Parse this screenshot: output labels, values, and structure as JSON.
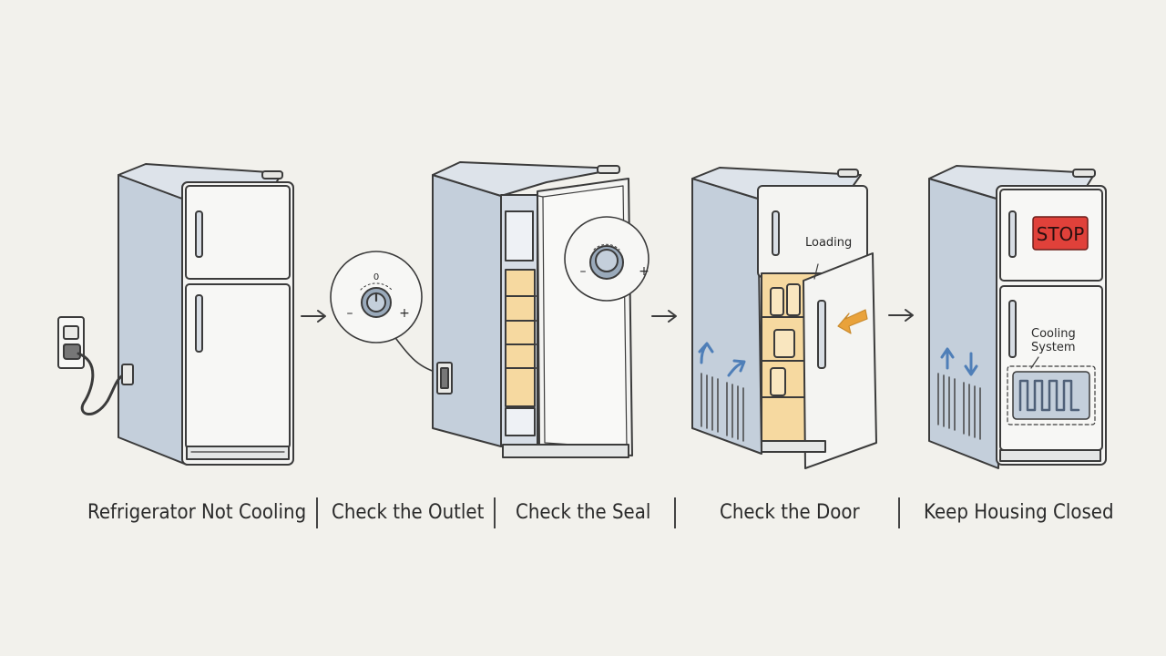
{
  "steps": [
    {
      "caption": "Refrigerator Not Cooling"
    },
    {
      "caption": "Check the Outlet"
    },
    {
      "caption": "Check the Seal"
    },
    {
      "caption": "Check the Door",
      "label": "Loading"
    },
    {
      "caption": "Keep Housing Closed",
      "stop_label": "STOP",
      "label": "Cooling System"
    }
  ],
  "dial": {
    "top_mark": "0",
    "minus": "–",
    "plus": "+"
  },
  "icons": [
    "outlet-icon",
    "plug-icon",
    "arrow-right-icon",
    "thermostat-dial-icon",
    "airflow-arrow-icon",
    "coil-icon"
  ],
  "colors": {
    "body_front": "#f4f4f2",
    "body_side": "#c4cfdb",
    "outline": "#3b3b3b",
    "interior": "#f6d9a0",
    "stop_red": "#e0413a",
    "arrow_orange": "#e9a23b",
    "airflow_blue": "#4f7fb8"
  }
}
